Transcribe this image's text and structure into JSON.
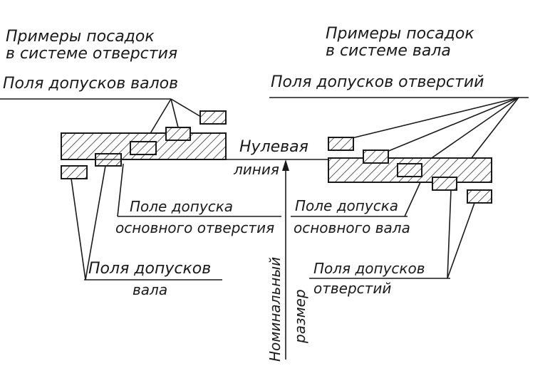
{
  "left_block": {
    "title_line1": "Примеры посадок",
    "title_line2": "в системе отверстия",
    "shaft_fields_label": "Поля допусков валов",
    "base_hole_line1": "Поле допуска",
    "base_hole_line2": "основного отверстия",
    "shaft_field_line1": "Поля допусков",
    "shaft_field_line2": "вала"
  },
  "right_block": {
    "title_line1": "Примеры посадок",
    "title_line2": "в системе вала",
    "hole_fields_label": "Поля допусков отверстий",
    "base_shaft_line1": "Поле допуска",
    "base_shaft_line2": "основного вала",
    "hole_field_line1": "Поля допусков",
    "hole_field_line2": "отверстий"
  },
  "center": {
    "zero_line_line1": "Нулевая",
    "zero_line_line2": "линия",
    "nominal_line1": "Номинальный",
    "nominal_line2": "размер"
  },
  "colors": {
    "ink": "#1a1a1a",
    "background": "#ffffff"
  }
}
